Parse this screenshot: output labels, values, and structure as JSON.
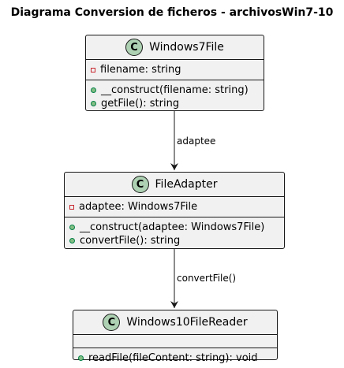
{
  "title": "Diagrama Conversion de ficheros - archivosWin7-10",
  "class_badge_letter": "C",
  "classes": {
    "windows7file": {
      "name": "Windows7File",
      "attributes": [
        "filename: string"
      ],
      "methods": [
        "__construct(filename: string)",
        "getFile(): string"
      ]
    },
    "fileadapter": {
      "name": "FileAdapter",
      "attributes": [
        "adaptee: Windows7File"
      ],
      "methods": [
        "__construct(adaptee: Windows7File)",
        "convertFile(): string"
      ]
    },
    "windows10filereader": {
      "name": "Windows10FileReader",
      "attributes": [],
      "methods": [
        "readFile(fileContent: string): void"
      ]
    }
  },
  "edges": {
    "adaptee": "adaptee",
    "convert": "convertFile()"
  },
  "colors": {
    "class_fill": "#f1f1f1",
    "badge": "#add1b2",
    "private_marker": "#c82930",
    "public_marker": "#84be84",
    "line": "#181818"
  }
}
